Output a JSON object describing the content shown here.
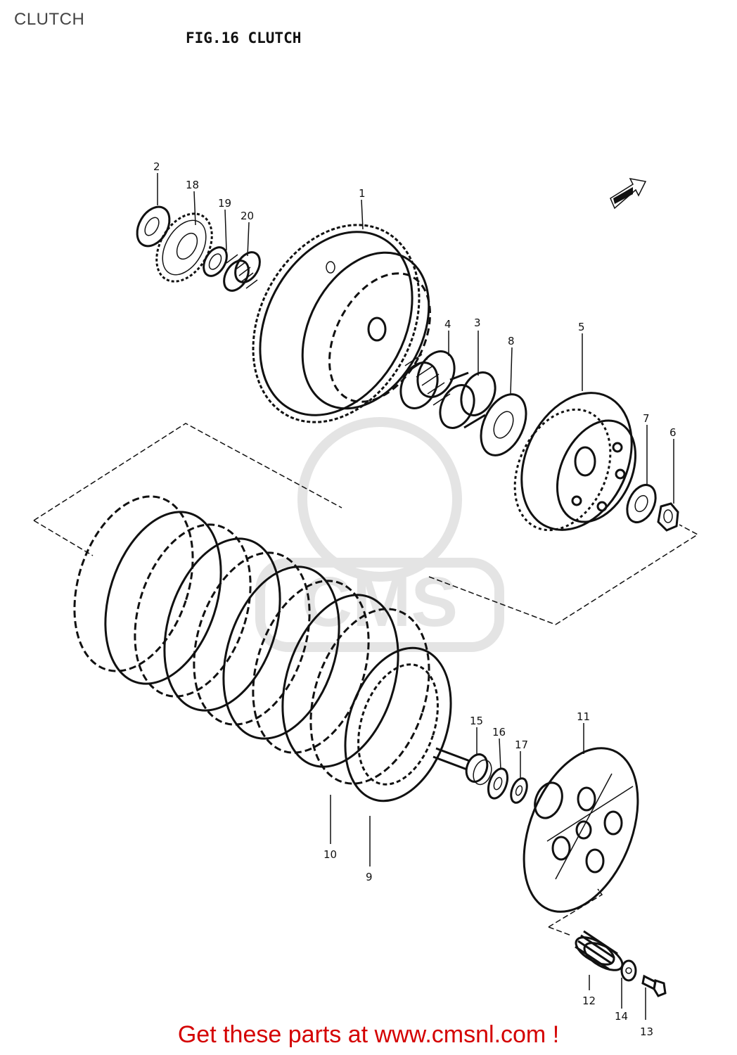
{
  "page": {
    "title": "CLUTCH"
  },
  "figure": {
    "title": "FIG.16  CLUTCH",
    "callouts": [
      "1",
      "2",
      "3",
      "4",
      "5",
      "6",
      "7",
      "8",
      "9",
      "10",
      "11",
      "12",
      "13",
      "14",
      "15",
      "16",
      "17",
      "18",
      "19",
      "20"
    ]
  },
  "footer": {
    "text": "Get these parts at www.cmsnl.com !"
  },
  "watermark": {
    "text": "CMS"
  }
}
